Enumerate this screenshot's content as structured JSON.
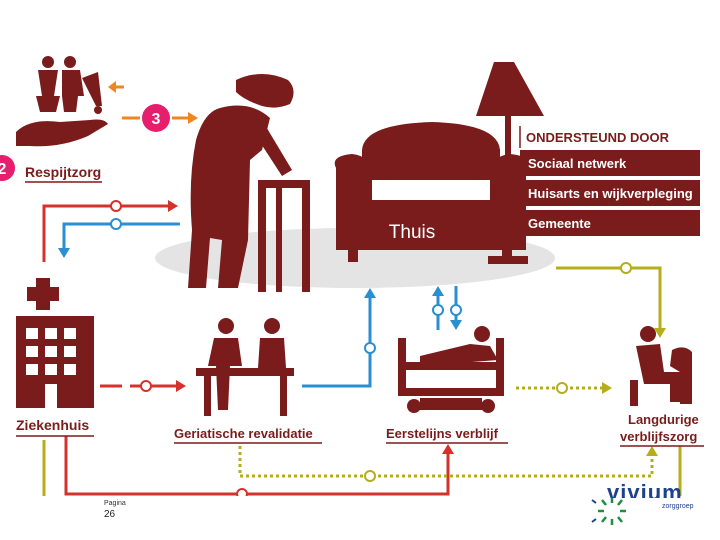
{
  "diagram": {
    "home_label": "Thuis",
    "support": {
      "header": "ONDERSTEUND DOOR",
      "items": [
        "Sociaal netwerk",
        "Huisarts en wijkverpleging",
        "Gemeente"
      ]
    },
    "respite": {
      "number": "2",
      "label": "Respijtzorg"
    },
    "step3": {
      "number": "3"
    },
    "nodes": {
      "hospital": "Ziekenhuis",
      "geriatric": "Geriatische revalidatie",
      "first_line": "Eerstelijns verblijf",
      "long_term_line1": "Langdurige",
      "long_term_line2": "verblijfszorg"
    },
    "colors": {
      "maroon": "#7a1c1c",
      "red": "#d6312b",
      "blue": "#2a8fd0",
      "olive": "#b5ad1a",
      "orange": "#f0861f",
      "pink": "#e61e6e"
    }
  },
  "footer": {
    "page_label": "Pagina",
    "page_number": "26",
    "logo_text": "vivium",
    "logo_sub": "zorggroep"
  }
}
